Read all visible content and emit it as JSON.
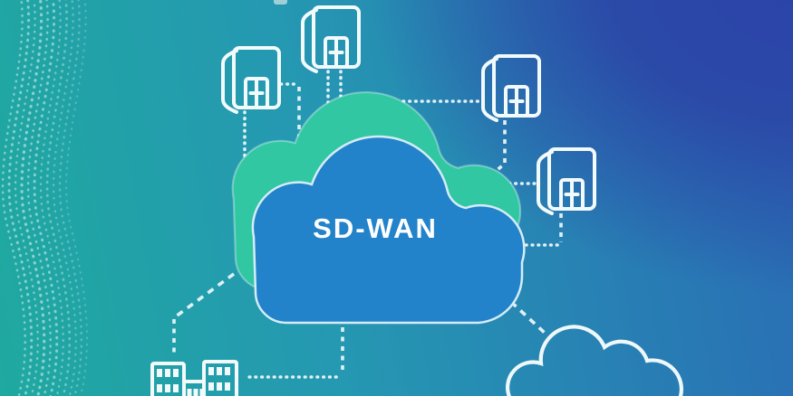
{
  "diagram": {
    "center": {
      "label": "SD-WAN",
      "type": "cloud"
    },
    "nodes": [
      {
        "id": "branch-a",
        "icon": "office-building-icon"
      },
      {
        "id": "branch-b",
        "icon": "office-building-icon"
      },
      {
        "id": "branch-c",
        "icon": "office-building-icon"
      },
      {
        "id": "branch-d",
        "icon": "office-building-icon"
      },
      {
        "id": "campus",
        "icon": "campus-building-icon"
      },
      {
        "id": "internet",
        "icon": "cloud-outline-icon"
      }
    ],
    "colors": {
      "background_teal": "#1fa9a0",
      "background_blue_dark": "#2b48a7",
      "background_blue_mid": "#2a6cb5",
      "cloud_front_blue": "#2283ca",
      "cloud_back_teal": "#31c7a2",
      "cloud_outline": "#d5ecf7",
      "link_white": "#eaf6fa"
    }
  }
}
